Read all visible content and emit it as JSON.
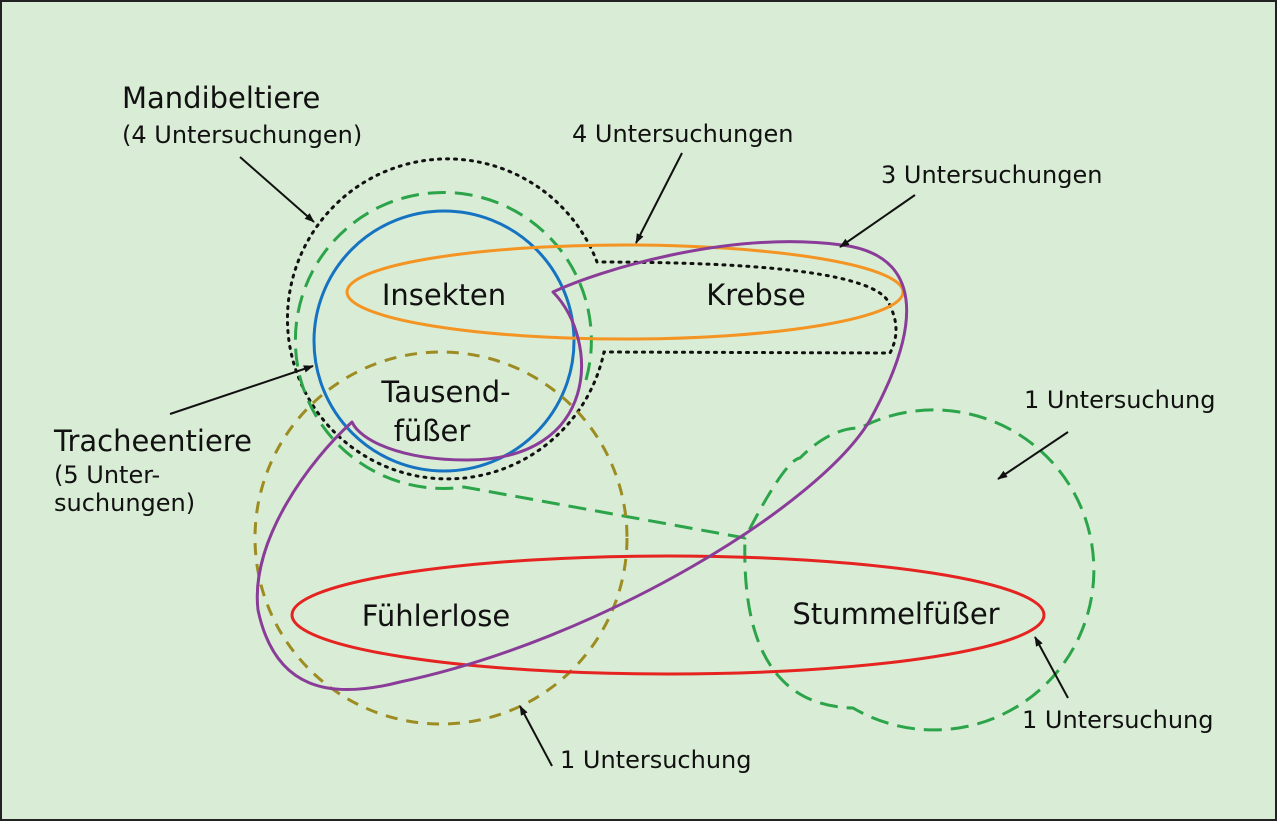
{
  "colors": {
    "background": "#d9ecd5",
    "frame": "#222222",
    "text": "#111111",
    "arrow": "#111111",
    "mandibeltiere": "#111111",
    "tracheentiere_dashed": "#2ca44a",
    "tracheentiere_solid": "#1673c2",
    "insekten_krebse": "#f39423",
    "purple_group": "#8a3d98",
    "olive_group": "#9c8c22",
    "fuehlerlose_stummelfuesser": "#e52421",
    "stummel_dashed": "#2ca44a"
  },
  "groups": {
    "insekten": "Insekten",
    "krebse": "Krebse",
    "tausendfuesser_1": "Tausend-",
    "tausendfuesser_2": "füßer",
    "fuehlerlose": "Fühlerlose",
    "stummelfuesser": "Stummelfüßer"
  },
  "labels": {
    "mandibeltiere_title": "Mandibeltiere",
    "mandibeltiere_sub": "(4 Untersuchungen)",
    "tracheentiere_title": "Tracheentiere",
    "tracheentiere_sub_1": "(5 Unter-",
    "tracheentiere_sub_2": "suchungen)",
    "orange": "4 Untersuchungen",
    "purple": "3 Untersuchungen",
    "green_right": "1 Untersuchung",
    "red": "1 Untersuchung",
    "olive": "1 Untersuchung"
  }
}
